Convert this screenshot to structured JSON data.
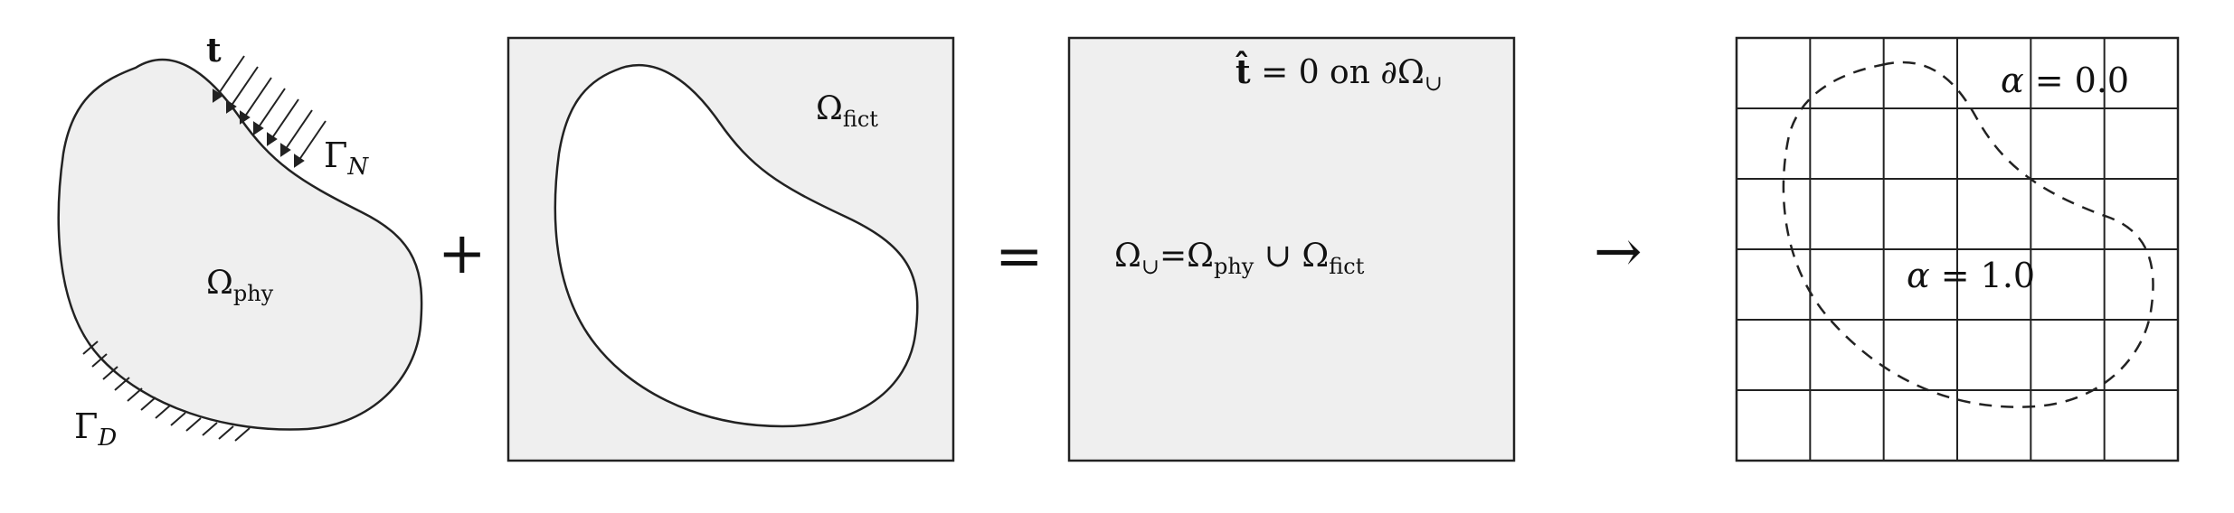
{
  "panel_physical": {
    "traction_label": "t",
    "neumann_label": "Γ",
    "neumann_sub": "N",
    "dirichlet_label": "Γ",
    "dirichlet_sub": "D",
    "domain_label": "Ω",
    "domain_sub": "phy"
  },
  "plus_symbol": "+",
  "panel_fictitious": {
    "domain_label": "Ω",
    "domain_sub": "fict"
  },
  "equals_symbol": "=",
  "panel_union": {
    "bc_hat_t": "t̂",
    "bc_rest": " = 0 on ∂Ω",
    "bc_sub": "∪",
    "union_omega": "Ω",
    "union_sub": "∪",
    "union_eq": "=Ω",
    "union_phy_sub": "phy",
    "union_cup": " ∪ Ω",
    "union_fict_sub": "fict"
  },
  "arrow_symbol": "→",
  "panel_grid": {
    "alpha_outside_symbol": "α",
    "alpha_outside_value": " = 0.0",
    "alpha_inside_symbol": "α",
    "alpha_inside_value": " = 1.0",
    "grid_columns": 6,
    "grid_rows": 6
  },
  "colors": {
    "line": "#222222",
    "fill_domain": "#efefef",
    "fill_fictitious": "#efefef",
    "hole": "#ffffff"
  }
}
